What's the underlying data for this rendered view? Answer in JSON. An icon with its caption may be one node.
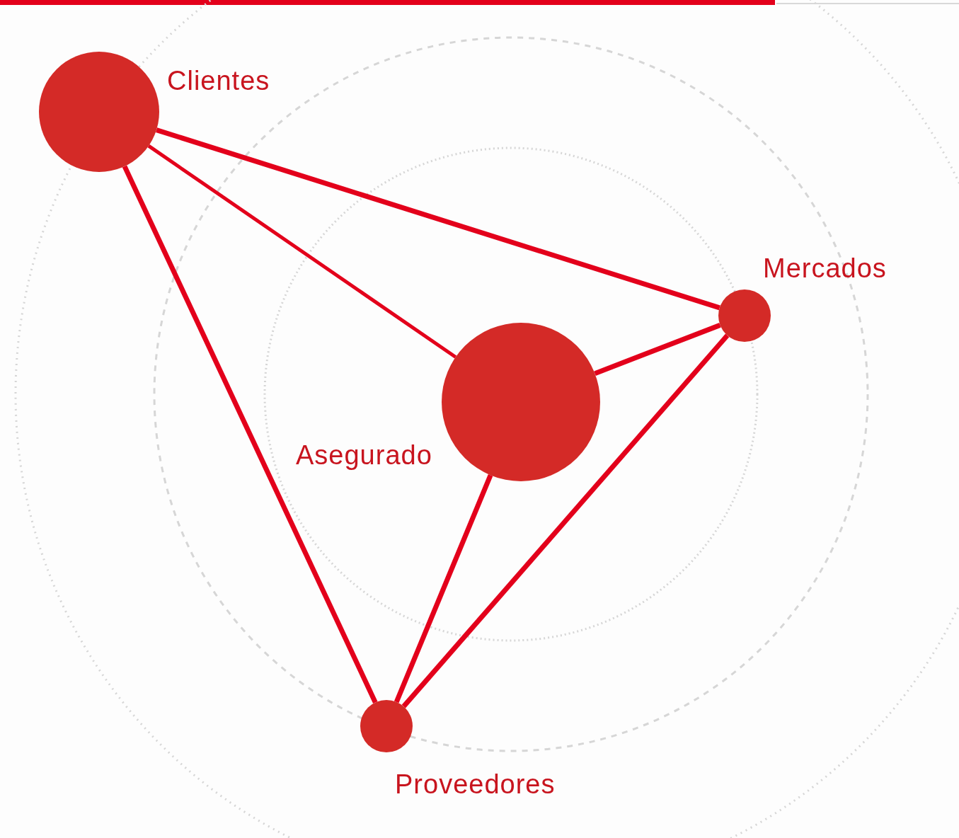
{
  "diagram": {
    "nodes": [
      {
        "text": [],
        "shape": "circle",
        "beside": [
          "Clientes"
        ]
      },
      {
        "text": [],
        "shape": "circle",
        "beside": [
          "Mercados"
        ]
      },
      {
        "text": [],
        "shape": "circle",
        "beside": [
          "Asegurado"
        ]
      },
      {
        "text": [],
        "shape": "circle",
        "beside": [
          "Proveedores"
        ]
      }
    ],
    "edges": [
      {
        "from": 0,
        "to": 1,
        "arrow": "none"
      },
      {
        "from": 0,
        "to": 2,
        "arrow": "none"
      },
      {
        "from": 0,
        "to": 3,
        "arrow": "none"
      },
      {
        "from": 2,
        "to": 1,
        "arrow": "none"
      },
      {
        "from": 2,
        "to": 3,
        "arrow": "none"
      },
      {
        "from": 3,
        "to": 1,
        "arrow": "none"
      }
    ]
  }
}
